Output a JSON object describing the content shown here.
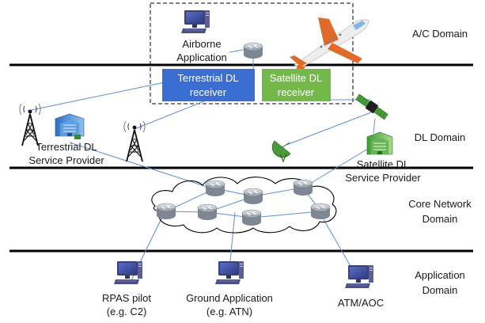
{
  "domains": {
    "ac": "A/C Domain",
    "dl": "DL Domain",
    "core_line1": "Core Network",
    "core_line2": "Domain",
    "app_line1": "Application",
    "app_line2": "Domain"
  },
  "aircraft": {
    "app_line1": "Airborne",
    "app_line2": "Application",
    "terr_rx_line1": "Terrestrial DL",
    "terr_rx_line2": "receiver",
    "sat_rx_line1": "Satellite DL",
    "sat_rx_line2": "receiver"
  },
  "providers": {
    "terr_line1": "Terrestrial DL",
    "terr_line2": "Service Provider",
    "sat_line1": "Satellite DL",
    "sat_line2": "Service Provider"
  },
  "apps": {
    "rpas_line1": "RPAS pilot",
    "rpas_line2": "(e.g. C2)",
    "ground_line1": "Ground Application",
    "ground_line2": "(e.g. ATN)",
    "atm_line1": "ATM/AOC"
  },
  "colors": {
    "terrestrial_receiver": "#3a6fd1",
    "satellite_receiver": "#73b94a",
    "link_line": "#5b8fd6",
    "domain_rule": "#000000",
    "router": "#8d95a0"
  },
  "icons": [
    "computer-icon",
    "router-icon",
    "airplane-icon",
    "radio-tower-icon",
    "building-server-icon",
    "satellite-icon",
    "satellite-dish-icon",
    "cloud-icon"
  ]
}
